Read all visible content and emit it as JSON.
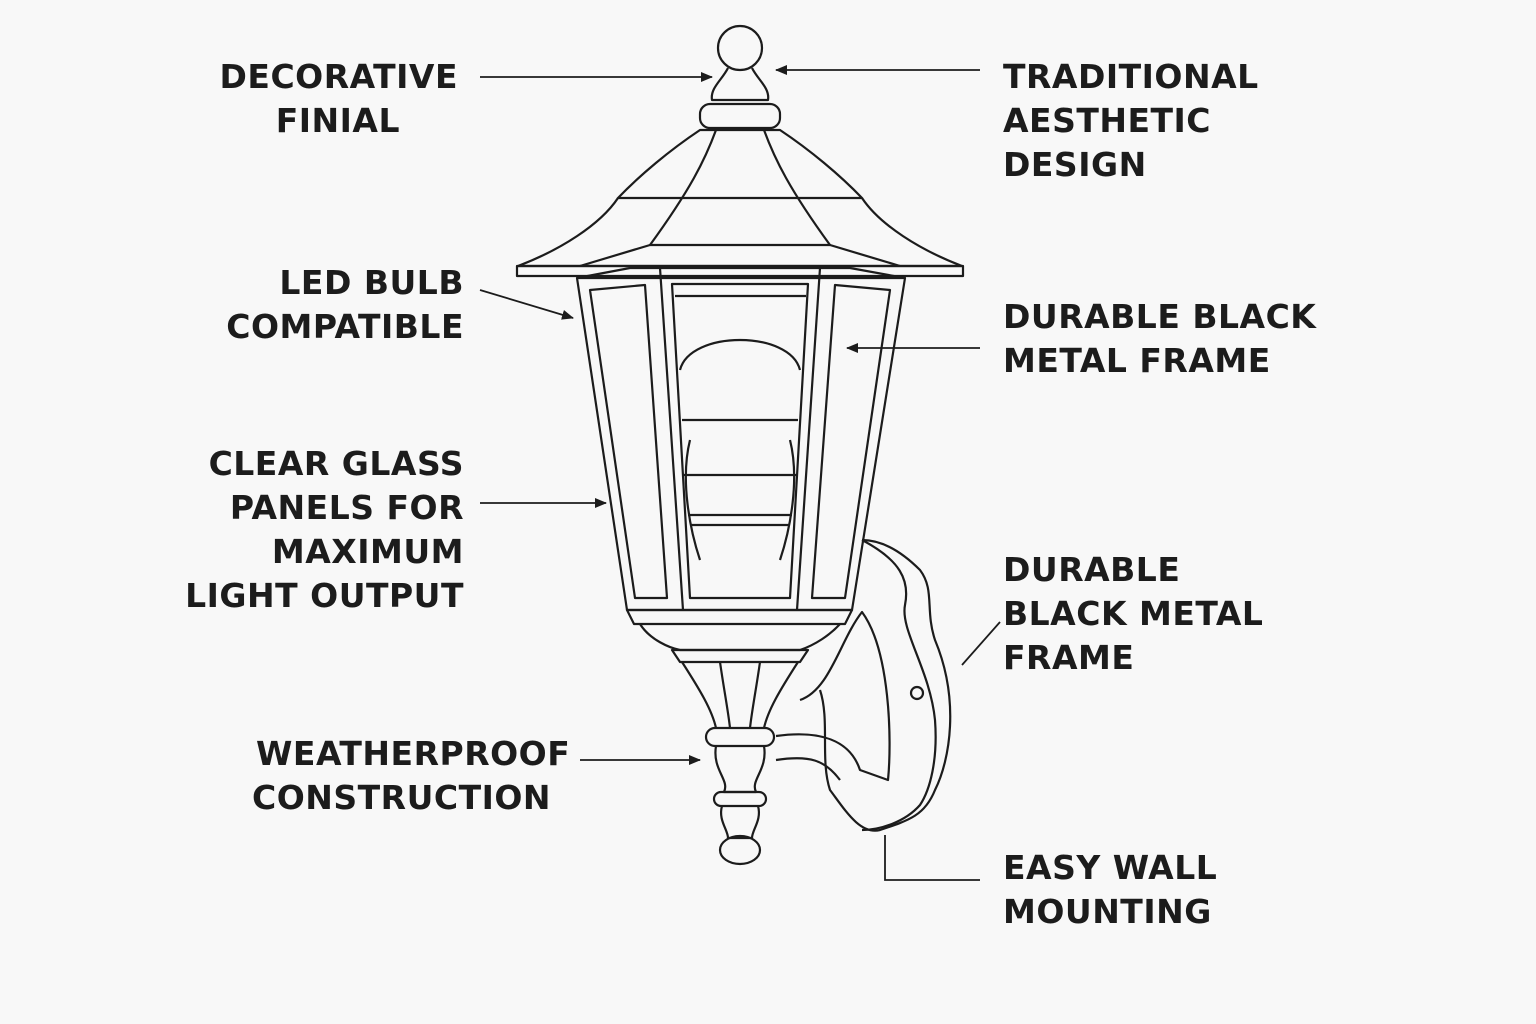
{
  "labels": {
    "decorative_finial": [
      "DECORATIVE",
      "FINIAL"
    ],
    "traditional_design": [
      "TRADITIONAL",
      "AESTHETIC",
      "DESIGN"
    ],
    "led_bulb": [
      "LED BULB",
      "COMPATIBLE"
    ],
    "metal_frame_top": [
      "DURABLE BLACK",
      "METAL FRAME"
    ],
    "clear_glass": [
      "CLEAR GLASS",
      "PANELS FOR",
      "MAXIMUM",
      "LIGHT OUTPUT"
    ],
    "metal_frame_bracket": [
      "DURABLE",
      "BLACK METAL",
      "FRAME"
    ],
    "weatherproof": [
      "WEATHERPROOF",
      "CONSTRUCTION"
    ],
    "wall_mounting": [
      "EASY WALL",
      "MOUNTING"
    ]
  },
  "colors": {
    "line": "#1c1c1c",
    "background": "#f8f8f8"
  }
}
